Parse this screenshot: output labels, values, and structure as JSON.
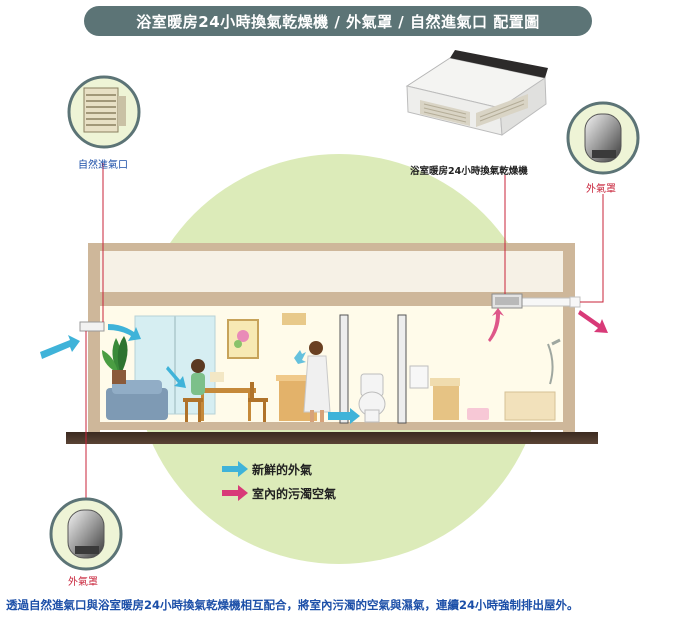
{
  "title": "浴室暖房24小時換氣乾燥機  / 外氣罩 / 自然進氣口  配置圖",
  "labels": {
    "natural_inlet": "自然進氣口",
    "dryer_unit": "浴室暖房24小時換氣乾燥機",
    "outer_hood_top": "外氣罩",
    "outer_hood_bottom": "外氣罩"
  },
  "legend": {
    "fresh_air": "新鮮的外氣",
    "dirty_air": "室內的污濁空氣"
  },
  "caption": "透過自然進氣口與浴室暖房24小時換氣乾燥機相互配合，將室內污濁的空氣與濕氣，連續24小時強制排出屋外。",
  "colors": {
    "title_bg": "#5c7476",
    "circle_fill": "#dcebb9",
    "fresh_arrow": "#3fb3d9",
    "dirty_arrow": "#d83a78",
    "wall": "#ceb79a",
    "label_blue": "#1c4fa8",
    "label_red": "#c8233a"
  }
}
